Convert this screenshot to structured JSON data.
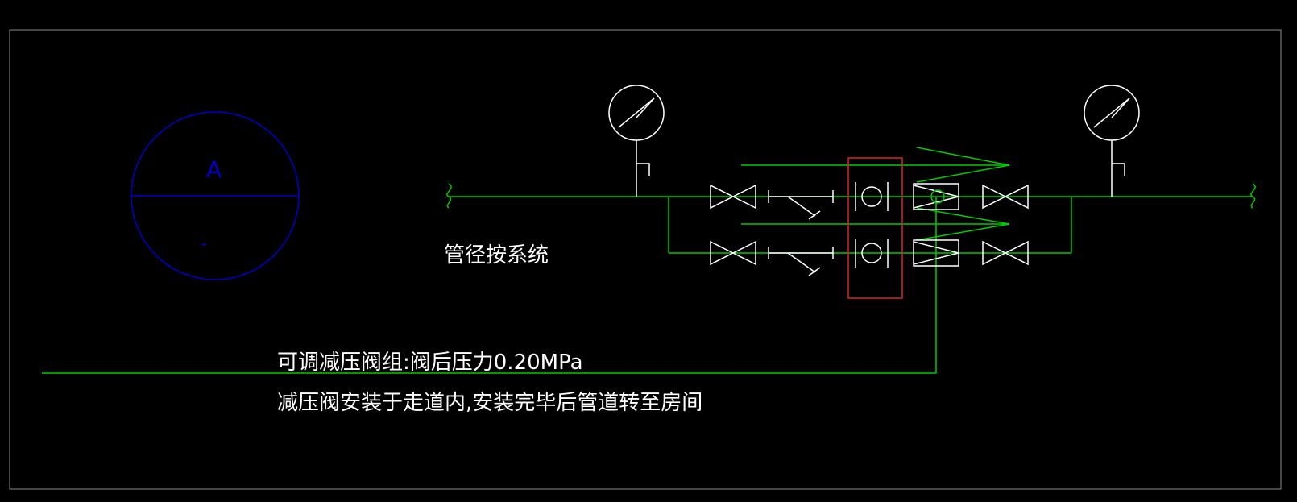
{
  "diagram": {
    "colors": {
      "background": "#000000",
      "frame": "#8c8c8c",
      "pipe": "#00cc00",
      "symbol": "#ffffff",
      "highlight": "#dd2222",
      "callout": "#0000cc"
    },
    "callout": {
      "letter": "A",
      "sub": "-"
    },
    "labels": {
      "pipe_size": "管径按系统",
      "valve_group": "可调减压阀组:阀后压力0.20MPa",
      "install_note": "减压阀安装于走道内,安装完毕后管道转至房间"
    }
  }
}
